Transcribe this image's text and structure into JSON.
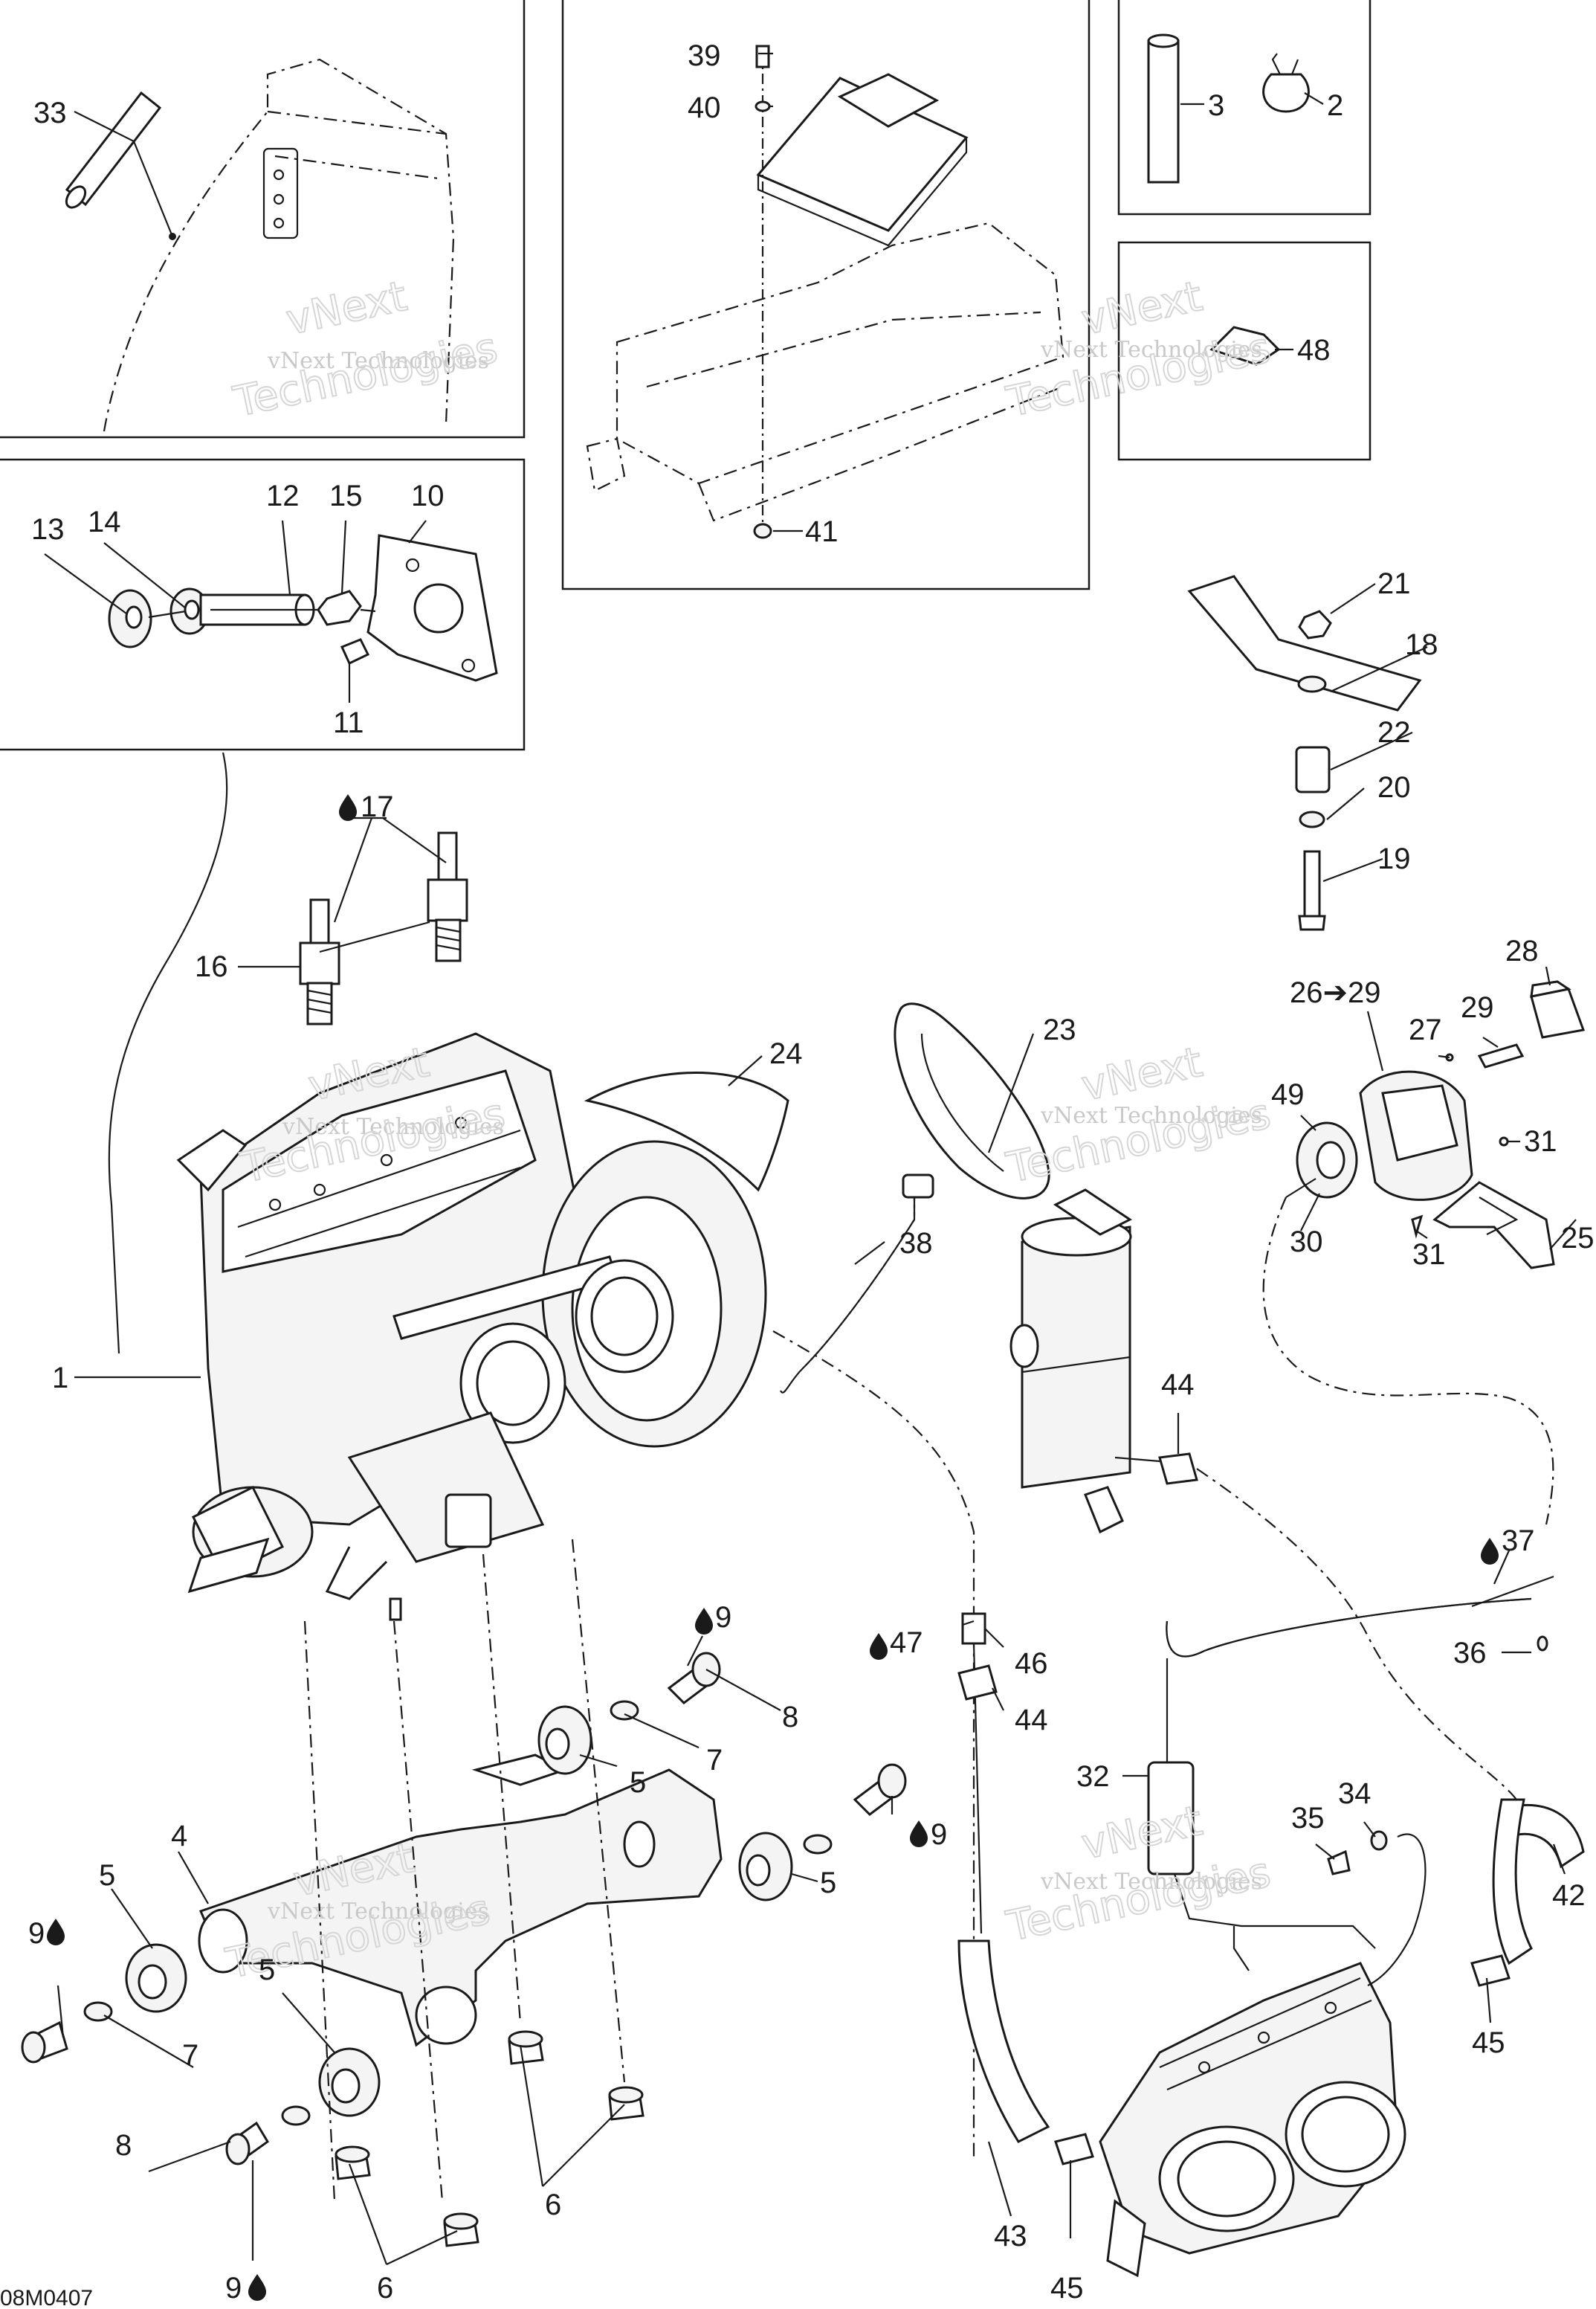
{
  "diagram": {
    "code": "08M0407",
    "watermark": {
      "line1": "vNext Technologies",
      "line2": "vNext",
      "line3": "Technologies"
    },
    "callouts": [
      {
        "id": "c33",
        "text": "33"
      },
      {
        "id": "c39",
        "text": "39"
      },
      {
        "id": "c40",
        "text": "40"
      },
      {
        "id": "c41",
        "text": "41"
      },
      {
        "id": "c3",
        "text": "3"
      },
      {
        "id": "c2",
        "text": "2"
      },
      {
        "id": "c48",
        "text": "48"
      },
      {
        "id": "c13",
        "text": "13"
      },
      {
        "id": "c14",
        "text": "14"
      },
      {
        "id": "c12",
        "text": "12"
      },
      {
        "id": "c15",
        "text": "15"
      },
      {
        "id": "c10",
        "text": "10"
      },
      {
        "id": "c11",
        "text": "11"
      },
      {
        "id": "c21",
        "text": "21"
      },
      {
        "id": "c18",
        "text": "18"
      },
      {
        "id": "c22",
        "text": "22"
      },
      {
        "id": "c20",
        "text": "20"
      },
      {
        "id": "c19",
        "text": "19"
      },
      {
        "id": "c17",
        "text": "17"
      },
      {
        "id": "c16",
        "text": "16"
      },
      {
        "id": "c24",
        "text": "24"
      },
      {
        "id": "c23",
        "text": "23"
      },
      {
        "id": "c28",
        "text": "28"
      },
      {
        "id": "c2629",
        "text": "26➔29"
      },
      {
        "id": "c27",
        "text": "27"
      },
      {
        "id": "c29",
        "text": "29"
      },
      {
        "id": "c49",
        "text": "49"
      },
      {
        "id": "c31a",
        "text": "31"
      },
      {
        "id": "c31b",
        "text": "31"
      },
      {
        "id": "c30",
        "text": "30"
      },
      {
        "id": "c25",
        "text": "25"
      },
      {
        "id": "c38",
        "text": "38"
      },
      {
        "id": "c1",
        "text": "1"
      },
      {
        "id": "c44a",
        "text": "44"
      },
      {
        "id": "c37",
        "text": "37"
      },
      {
        "id": "c36",
        "text": "36"
      },
      {
        "id": "c9a",
        "text": "9"
      },
      {
        "id": "c47",
        "text": "47"
      },
      {
        "id": "c46",
        "text": "46"
      },
      {
        "id": "c44b",
        "text": "44"
      },
      {
        "id": "c8a",
        "text": "8"
      },
      {
        "id": "c7a",
        "text": "7"
      },
      {
        "id": "c5a",
        "text": "5"
      },
      {
        "id": "c9b",
        "text": "9"
      },
      {
        "id": "c5b",
        "text": "5"
      },
      {
        "id": "c4",
        "text": "4"
      },
      {
        "id": "c5c",
        "text": "5"
      },
      {
        "id": "c9c",
        "text": "9"
      },
      {
        "id": "c7b",
        "text": "7"
      },
      {
        "id": "c5d",
        "text": "5"
      },
      {
        "id": "c8b",
        "text": "8"
      },
      {
        "id": "c6a",
        "text": "6"
      },
      {
        "id": "c9d",
        "text": "9"
      },
      {
        "id": "c6b",
        "text": "6"
      },
      {
        "id": "c32",
        "text": "32"
      },
      {
        "id": "c35",
        "text": "35"
      },
      {
        "id": "c34",
        "text": "34"
      },
      {
        "id": "c42",
        "text": "42"
      },
      {
        "id": "c45a",
        "text": "45"
      },
      {
        "id": "c43",
        "text": "43"
      },
      {
        "id": "c45b",
        "text": "45"
      }
    ]
  }
}
